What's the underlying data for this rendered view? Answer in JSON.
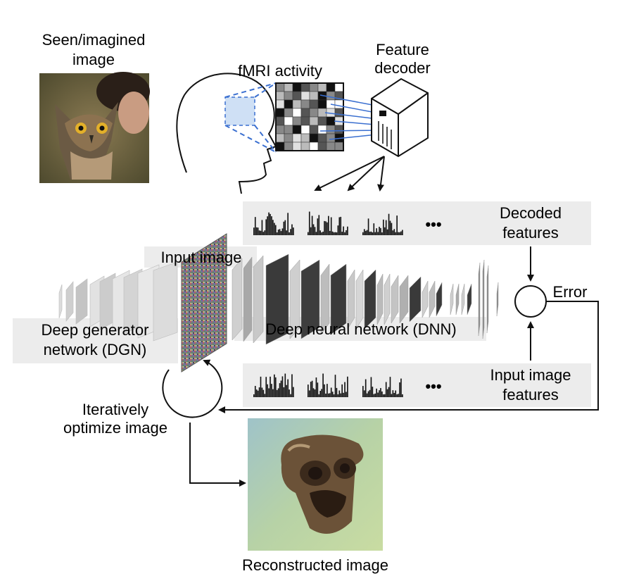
{
  "labels": {
    "seen_image_line1": "Seen/imagined",
    "seen_image_line2": "image",
    "fmri_activity": "fMRI activity",
    "feature_decoder_line1": "Feature",
    "feature_decoder_line2": "decoder",
    "decoded_features_line1": "Decoded",
    "decoded_features_line2": "features",
    "input_image": "Input image",
    "error": "Error",
    "dgn_line1": "Deep generator",
    "dgn_line2": "network (DGN)",
    "dnn": "Deep neural network (DNN)",
    "input_features_line1": "Input image",
    "input_features_line2": "features",
    "optimize_line1": "Iteratively",
    "optimize_line2": "optimize image",
    "reconstructed": "Reconstructed image",
    "ellipsis_top": "•••",
    "ellipsis_bottom": "•••"
  },
  "colors": {
    "panel_bg": "#ececec",
    "arrow": "#111111",
    "fmri_blue": "#3a6fd0",
    "dark_layer": "#3a3a3a",
    "mid_layer": "#9a9a9a",
    "light_layer": "#d9d9d9"
  },
  "icons": {
    "owl_photo": "owl-photo",
    "head_outline": "head-silhouette-icon",
    "server": "server-icon",
    "noise_image": "noise-image",
    "reconstructed_photo": "reconstructed-photo"
  }
}
